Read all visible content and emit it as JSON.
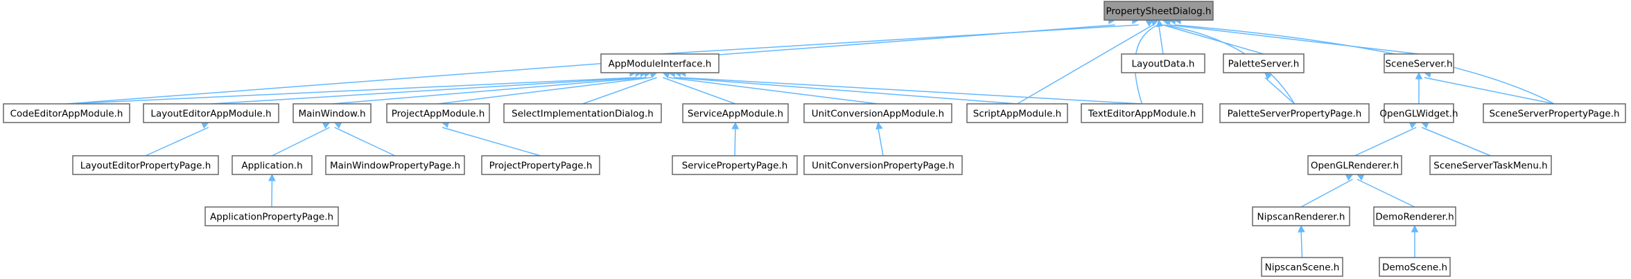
{
  "diagram": {
    "nodes": [
      {
        "id": "psd",
        "label": "PropertySheetDialog.h",
        "root": true
      },
      {
        "id": "ami",
        "label": "AppModuleInterface.h"
      },
      {
        "id": "ld",
        "label": "LayoutData.h"
      },
      {
        "id": "ps",
        "label": "PaletteServer.h"
      },
      {
        "id": "ss",
        "label": "SceneServer.h"
      },
      {
        "id": "ceam",
        "label": "CodeEditorAppModule.h"
      },
      {
        "id": "leam",
        "label": "LayoutEditorAppModule.h"
      },
      {
        "id": "mw",
        "label": "MainWindow.h"
      },
      {
        "id": "pam",
        "label": "ProjectAppModule.h"
      },
      {
        "id": "sid",
        "label": "SelectImplementationDialog.h"
      },
      {
        "id": "sam",
        "label": "ServiceAppModule.h"
      },
      {
        "id": "ucam",
        "label": "UnitConversionAppModule.h"
      },
      {
        "id": "scam",
        "label": "ScriptAppModule.h"
      },
      {
        "id": "team",
        "label": "TextEditorAppModule.h"
      },
      {
        "id": "pspp",
        "label": "PaletteServerPropertyPage.h"
      },
      {
        "id": "ogw",
        "label": "OpenGLWidget.h"
      },
      {
        "id": "sspp",
        "label": "SceneServerPropertyPage.h"
      },
      {
        "id": "lepp",
        "label": "LayoutEditorPropertyPage.h"
      },
      {
        "id": "app",
        "label": "Application.h"
      },
      {
        "id": "mwpp",
        "label": "MainWindowPropertyPage.h"
      },
      {
        "id": "ppp",
        "label": "ProjectPropertyPage.h"
      },
      {
        "id": "svpp",
        "label": "ServicePropertyPage.h"
      },
      {
        "id": "ucpp",
        "label": "UnitConversionPropertyPage.h"
      },
      {
        "id": "oglr",
        "label": "OpenGLRenderer.h"
      },
      {
        "id": "sstm",
        "label": "SceneServerTaskMenu.h"
      },
      {
        "id": "apppp",
        "label": "ApplicationPropertyPage.h"
      },
      {
        "id": "nr",
        "label": "NipscanRenderer.h"
      },
      {
        "id": "dr",
        "label": "DemoRenderer.h"
      },
      {
        "id": "ns",
        "label": "NipscanScene.h"
      },
      {
        "id": "ds",
        "label": "DemoScene.h"
      }
    ],
    "edges": [
      {
        "from": "ami",
        "to": "psd"
      },
      {
        "from": "ld",
        "to": "psd"
      },
      {
        "from": "ps",
        "to": "psd"
      },
      {
        "from": "ss",
        "to": "psd"
      },
      {
        "from": "ceam",
        "to": "psd"
      },
      {
        "from": "scam",
        "to": "psd"
      },
      {
        "from": "team",
        "to": "psd"
      },
      {
        "from": "pspp",
        "to": "psd"
      },
      {
        "from": "sspp",
        "to": "psd"
      },
      {
        "from": "ceam",
        "to": "ami"
      },
      {
        "from": "leam",
        "to": "ami"
      },
      {
        "from": "mw",
        "to": "ami"
      },
      {
        "from": "pam",
        "to": "ami"
      },
      {
        "from": "sid",
        "to": "ami"
      },
      {
        "from": "sam",
        "to": "ami"
      },
      {
        "from": "ucam",
        "to": "ami"
      },
      {
        "from": "scam",
        "to": "ami"
      },
      {
        "from": "team",
        "to": "ami"
      },
      {
        "from": "pspp",
        "to": "ps"
      },
      {
        "from": "ogw",
        "to": "ss"
      },
      {
        "from": "sspp",
        "to": "ss"
      },
      {
        "from": "lepp",
        "to": "leam"
      },
      {
        "from": "app",
        "to": "mw"
      },
      {
        "from": "mwpp",
        "to": "mw"
      },
      {
        "from": "ppp",
        "to": "pam"
      },
      {
        "from": "svpp",
        "to": "sam"
      },
      {
        "from": "ucpp",
        "to": "ucam"
      },
      {
        "from": "oglr",
        "to": "ogw"
      },
      {
        "from": "sstm",
        "to": "ogw"
      },
      {
        "from": "apppp",
        "to": "app"
      },
      {
        "from": "nr",
        "to": "oglr"
      },
      {
        "from": "dr",
        "to": "oglr"
      },
      {
        "from": "ns",
        "to": "nr"
      },
      {
        "from": "ds",
        "to": "dr"
      }
    ]
  },
  "colors": {
    "edge": "#63b8ff",
    "node_border": "#666666",
    "root_fill": "#999999",
    "node_fill": "#ffffff"
  }
}
